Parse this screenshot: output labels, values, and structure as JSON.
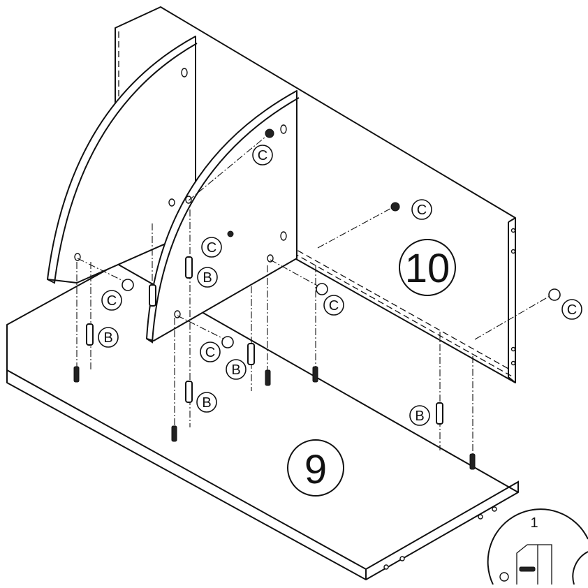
{
  "diagram": {
    "parts": {
      "board_9": "9",
      "board_10": "10"
    },
    "hardware_labels": {
      "dowel": "B",
      "cam_lock": "C"
    },
    "detail_step": "1"
  }
}
